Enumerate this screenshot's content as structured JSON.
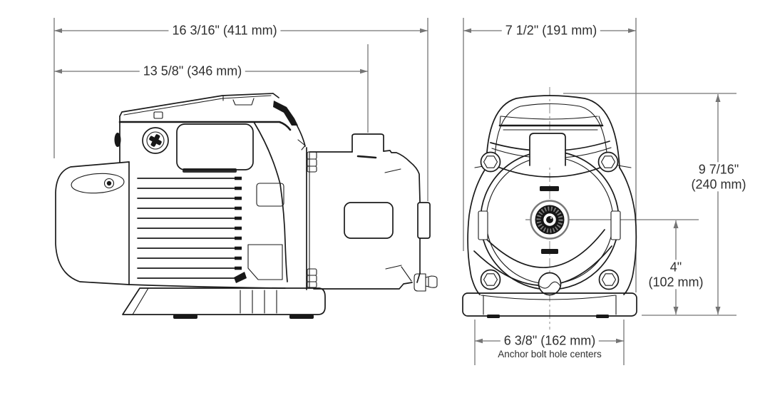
{
  "diagram": {
    "dimensions": {
      "overall_length": "16 3/16\" (411 mm)",
      "body_length": "13 5/8\" (346 mm)",
      "overall_width": "7 1/2\" (191 mm)",
      "overall_height_in": "9 7/16\"",
      "overall_height_mm": "(240 mm)",
      "port_center_height_in": "4\"",
      "port_center_height_mm": "(102 mm)",
      "anchor_bolt_spacing": "6 3/8\" (162 mm)",
      "anchor_bolt_note": "Anchor bolt hole centers"
    },
    "colors": {
      "line": "#1b1b1b",
      "dimension_line": "#757575",
      "text": "#2f2f2f",
      "background": "#ffffff"
    }
  }
}
